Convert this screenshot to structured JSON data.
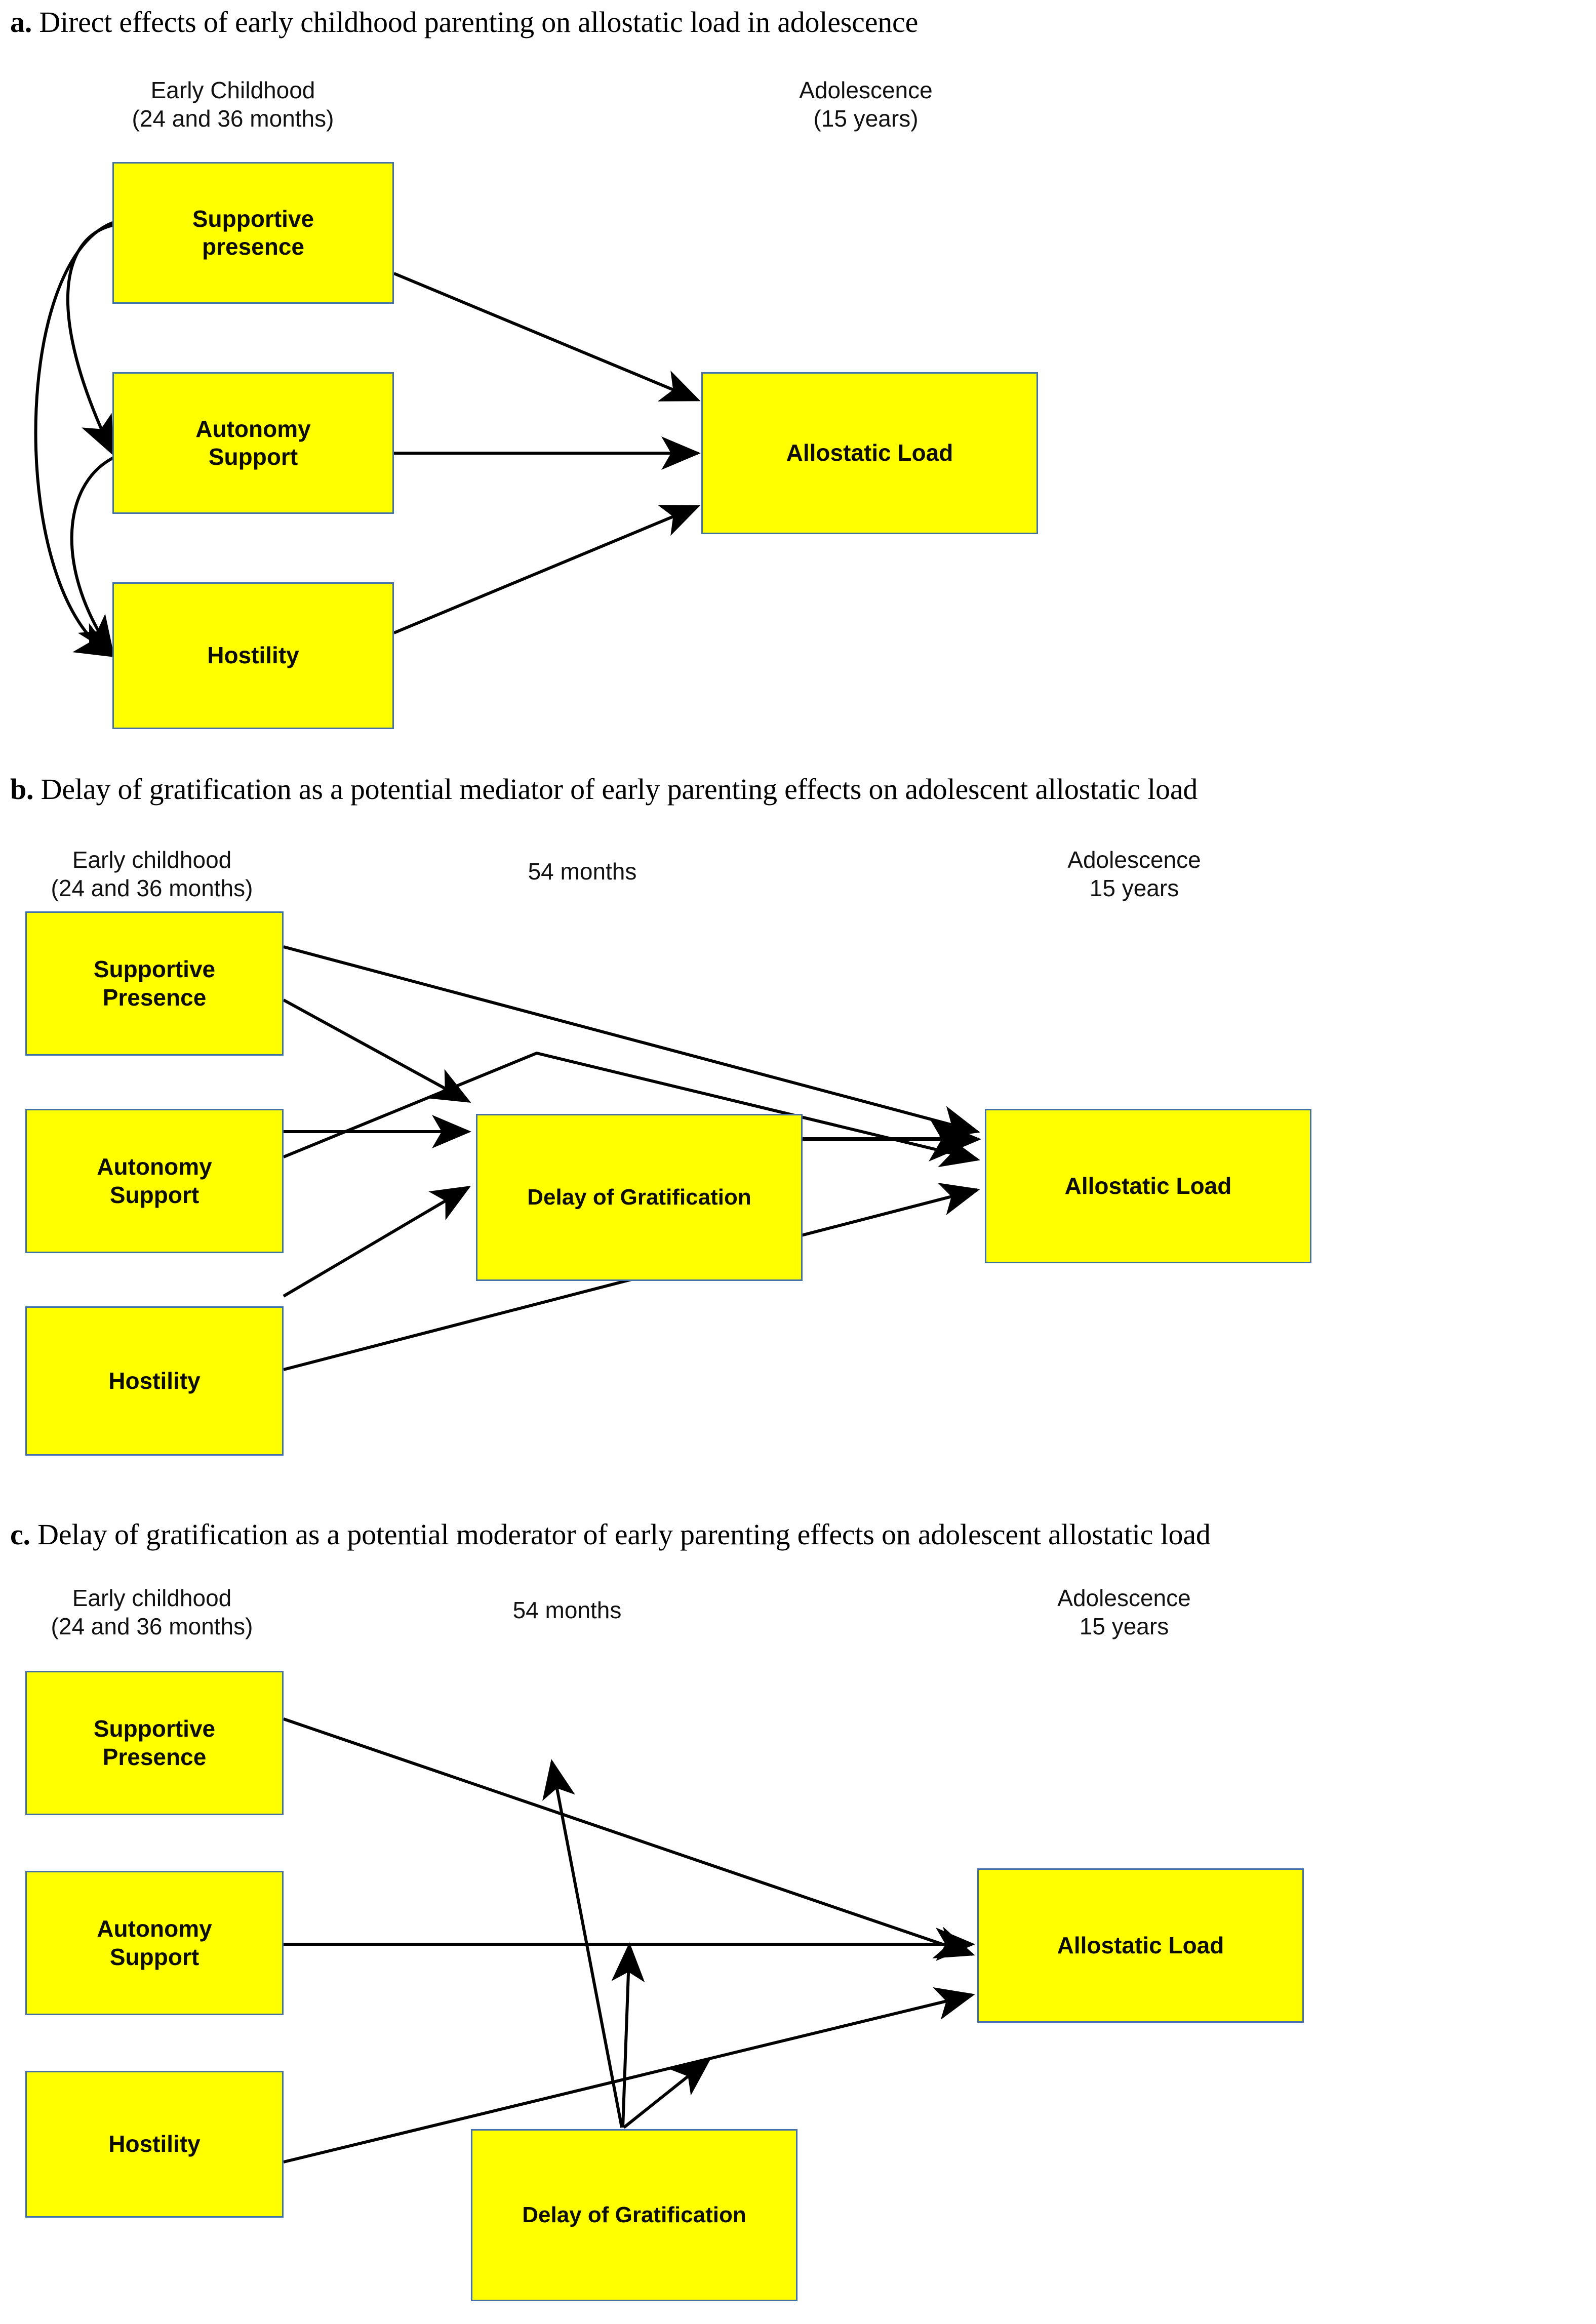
{
  "figure": {
    "background_color": "#ffffff",
    "box_fill_color": "#ffff00",
    "box_border_color": "#4472a8",
    "arrow_color": "#000000"
  },
  "panels": [
    {
      "id": "a",
      "letter": "a.",
      "heading": "Direct effects of early childhood parenting on allostatic load in adolescence",
      "column_labels": [
        {
          "name": "early-childhood",
          "text": "Early Childhood\n(24 and 36 months)"
        },
        {
          "name": "adolescence",
          "text": "Adolescence\n(15 years)"
        }
      ],
      "nodes": [
        {
          "name": "supportive-presence",
          "label": "Supportive\npresence"
        },
        {
          "name": "autonomy-support",
          "label": "Autonomy\nSupport"
        },
        {
          "name": "hostility",
          "label": "Hostility"
        },
        {
          "name": "allostatic-load",
          "label": "Allostatic Load"
        }
      ],
      "edges": [
        {
          "from": "Supportive presence",
          "to": "Allostatic Load",
          "type": "directed"
        },
        {
          "from": "Autonomy Support",
          "to": "Allostatic Load",
          "type": "directed"
        },
        {
          "from": "Hostility",
          "to": "Allostatic Load",
          "type": "directed"
        },
        {
          "from": "Supportive presence",
          "to": "Autonomy Support",
          "type": "correlation"
        },
        {
          "from": "Autonomy Support",
          "to": "Hostility",
          "type": "correlation"
        },
        {
          "from": "Supportive presence",
          "to": "Hostility",
          "type": "correlation"
        }
      ]
    },
    {
      "id": "b",
      "letter": "b.",
      "heading": "Delay of gratification as a potential mediator of early parenting effects on adolescent allostatic load",
      "column_labels": [
        {
          "name": "early-childhood",
          "text": "Early childhood\n(24 and 36 months)"
        },
        {
          "name": "fiftyfour-months",
          "text": "54 months"
        },
        {
          "name": "adolescence",
          "text": "Adolescence\n15 years"
        }
      ],
      "nodes": [
        {
          "name": "supportive-presence",
          "label": "Supportive\nPresence"
        },
        {
          "name": "autonomy-support",
          "label": "Autonomy\nSupport"
        },
        {
          "name": "hostility",
          "label": "Hostility"
        },
        {
          "name": "delay-of-gratification",
          "label": "Delay of Gratification"
        },
        {
          "name": "allostatic-load",
          "label": "Allostatic Load"
        }
      ],
      "edges": [
        {
          "from": "Supportive Presence",
          "to": "Allostatic Load",
          "type": "directed"
        },
        {
          "from": "Supportive Presence",
          "to": "Delay of Gratification",
          "type": "directed"
        },
        {
          "from": "Autonomy Support",
          "to": "Delay of Gratification",
          "type": "directed"
        },
        {
          "from": "Autonomy Support",
          "to": "Allostatic Load",
          "type": "directed"
        },
        {
          "from": "Hostility",
          "to": "Delay of Gratification",
          "type": "directed"
        },
        {
          "from": "Hostility",
          "to": "Allostatic Load",
          "type": "directed"
        },
        {
          "from": "Delay of Gratification",
          "to": "Allostatic Load",
          "type": "directed"
        }
      ]
    },
    {
      "id": "c",
      "letter": "c.",
      "heading": "Delay of gratification as a potential moderator of early parenting effects on adolescent allostatic load",
      "column_labels": [
        {
          "name": "early-childhood",
          "text": "Early childhood\n(24 and 36 months)"
        },
        {
          "name": "fiftyfour-months",
          "text": "54 months"
        },
        {
          "name": "adolescence",
          "text": "Adolescence\n15 years"
        }
      ],
      "nodes": [
        {
          "name": "supportive-presence",
          "label": "Supportive\nPresence"
        },
        {
          "name": "autonomy-support",
          "label": "Autonomy\nSupport"
        },
        {
          "name": "hostility",
          "label": "Hostility"
        },
        {
          "name": "delay-of-gratification",
          "label": "Delay of Gratification"
        },
        {
          "name": "allostatic-load",
          "label": "Allostatic Load"
        }
      ],
      "edges": [
        {
          "from": "Supportive Presence",
          "to": "Allostatic Load",
          "type": "directed"
        },
        {
          "from": "Autonomy Support",
          "to": "Allostatic Load",
          "type": "directed"
        },
        {
          "from": "Hostility",
          "to": "Allostatic Load",
          "type": "directed"
        },
        {
          "from": "Delay of Gratification",
          "to": "Supportive Presence path",
          "type": "moderation"
        },
        {
          "from": "Delay of Gratification",
          "to": "Autonomy Support path",
          "type": "moderation"
        },
        {
          "from": "Delay of Gratification",
          "to": "Hostility path",
          "type": "moderation"
        }
      ]
    }
  ]
}
